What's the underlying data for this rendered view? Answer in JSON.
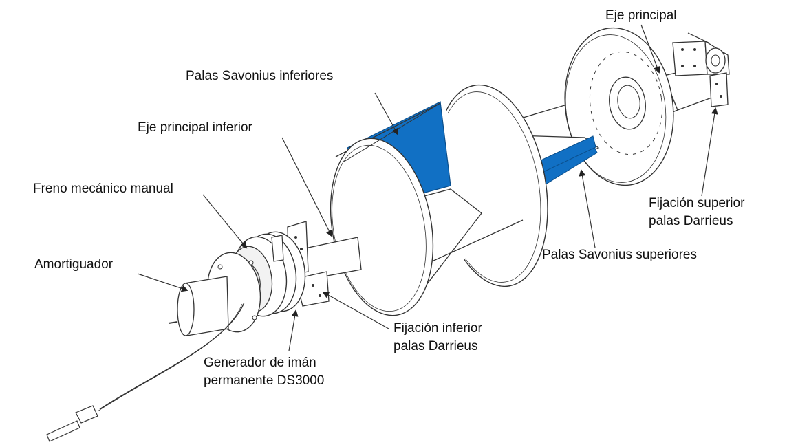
{
  "diagram": {
    "labels": {
      "eje_principal": "Eje principal",
      "palas_savonius_inferiores": "Palas Savonius inferiores",
      "eje_principal_inferior": "Eje principal inferior",
      "freno_mecanico": "Freno mecánico manual",
      "amortiguador": "Amortiguador",
      "fijacion_superior_1": "Fijación superior",
      "fijacion_superior_2": "palas Darrieus",
      "palas_savonius_superiores": "Palas Savonius superiores",
      "fijacion_inferior_1": "Fijación inferior",
      "fijacion_inferior_2": "palas Darrieus",
      "generador_1": "Generador de imán",
      "generador_2": "permanente DS3000"
    },
    "colors": {
      "blade": "#1170c4",
      "line": "#333333",
      "background": "#ffffff"
    }
  }
}
